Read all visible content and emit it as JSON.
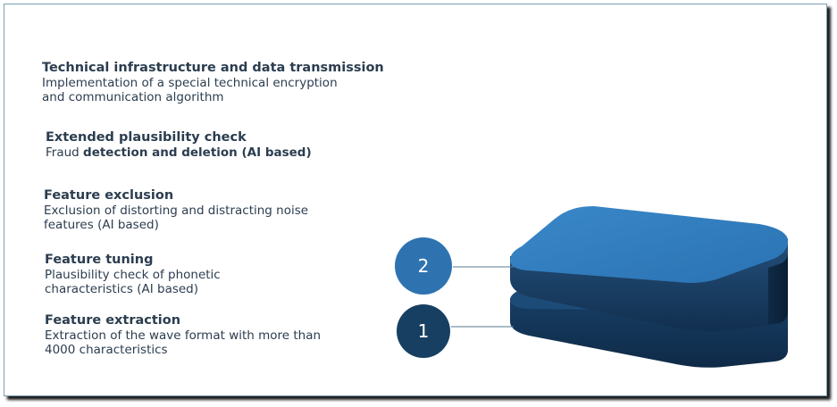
{
  "layers": [
    {
      "title": "Technical infrastructure and data transmission",
      "desc_lines": [
        "Implementation of a special technical encryption",
        "and communication algorithm"
      ]
    },
    {
      "title": "Extended plausibility check",
      "desc_prefix": "Fraud ",
      "desc_bold": "detection and deletion (AI based)"
    },
    {
      "title": "Feature exclusion",
      "desc_lines": [
        "Exclusion of distorting and distracting noise",
        "features (AI based)"
      ]
    },
    {
      "title": "Feature tuning",
      "desc_lines": [
        "Plausibility check of phonetic",
        "characteristics (AI based)"
      ]
    },
    {
      "title": "Feature extraction",
      "desc_lines": [
        "Extraction of the wave format with more than",
        "4000 characteristics"
      ]
    }
  ],
  "badges": [
    {
      "label": "2",
      "color": "#2e73b0"
    },
    {
      "label": "1",
      "color": "#173f62"
    }
  ],
  "colors": {
    "text": "#2b3d4f",
    "block_top_light": "#2f7cc0",
    "block_side_light": "#17385a",
    "block_top_dark": "#1a4670",
    "block_side_dark": "#102a46"
  }
}
